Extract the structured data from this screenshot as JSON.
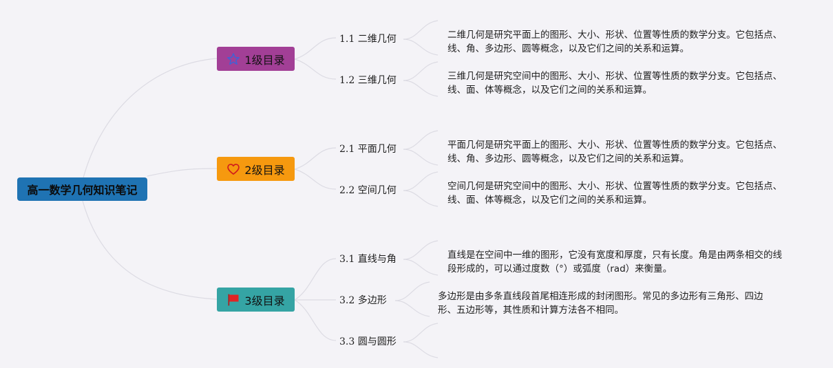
{
  "root": {
    "label": "高一数学几何知识笔记"
  },
  "branches": [
    {
      "label": "1级目录",
      "icon": "star-icon",
      "color": "#a23f96",
      "children": [
        {
          "label": "1.1 二维几何",
          "desc": "二维几何是研究平面上的图形、大小、形状、位置等性质的数学分支。它包括点、线、角、多边形、圆等概念，以及它们之间的关系和运算。"
        },
        {
          "label": "1.2 三维几何",
          "desc": "三维几何是研究空间中的图形、大小、形状、位置等性质的数学分支。它包括点、线、面、体等概念，以及它们之间的关系和运算。"
        }
      ]
    },
    {
      "label": "2级目录",
      "icon": "heart-icon",
      "color": "#f6990f",
      "children": [
        {
          "label": "2.1 平面几何",
          "desc": "平面几何是研究平面上的图形、大小、形状、位置等性质的数学分支。它包括点、线、角、多边形、圆等概念，以及它们之间的关系和运算。"
        },
        {
          "label": "2.2 空间几何",
          "desc": "空间几何是研究空间中的图形、大小、形状、位置等性质的数学分支。它包括点、线、面、体等概念，以及它们之间的关系和运算。"
        }
      ]
    },
    {
      "label": "3级目录",
      "icon": "flag-icon",
      "color": "#35a4a4",
      "children": [
        {
          "label": "3.1 直线与角",
          "desc": "直线是在空间中一维的图形，它没有宽度和厚度，只有长度。角是由两条相交的线段形成的，可以通过度数（°）或弧度（rad）来衡量。"
        },
        {
          "label": "3.2 多边形",
          "desc": "多边形是由多条直线段首尾相连形成的封闭图形。常见的多边形有三角形、四边形、五边形等，其性质和计算方法各不相同。"
        },
        {
          "label": "3.3 圆与圆形",
          "desc": ""
        }
      ]
    }
  ]
}
